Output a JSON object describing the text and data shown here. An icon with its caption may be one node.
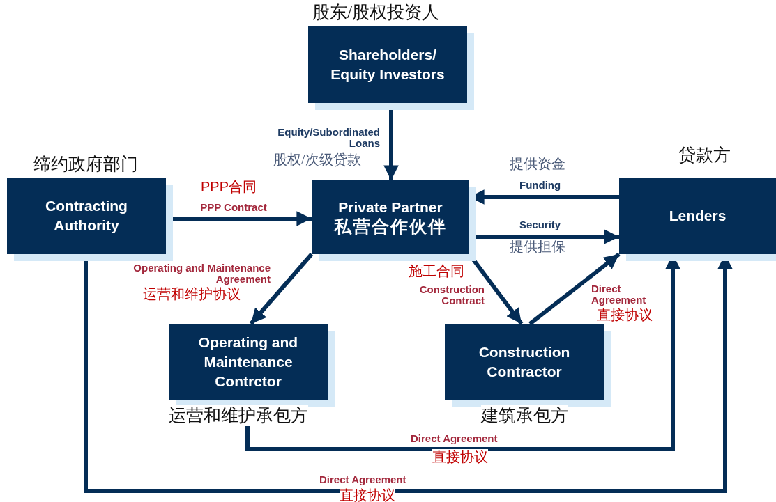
{
  "diagram": {
    "nodes": [
      {
        "text": [
          "股东/股权投资人",
          "Shareholders/ Equity Investors"
        ]
      },
      {
        "text": [
          "缔约政府部门",
          "Contracting Authority"
        ]
      },
      {
        "text": [
          "Private Partner",
          "私营合作伙伴"
        ]
      },
      {
        "text": [
          "贷款方",
          "Lenders"
        ]
      },
      {
        "text": [
          "Operating and Maintenance Contrctor",
          "运营和维护承包方"
        ]
      },
      {
        "text": [
          "Construction Contractor",
          "建筑承包方"
        ]
      }
    ],
    "edges": [
      {
        "from": 0,
        "to": 2,
        "arrow": "to",
        "label": "Equity/Subordinated Loans"
      },
      {
        "from": 1,
        "to": 2,
        "arrow": "to",
        "label": "PPP Contract"
      },
      {
        "from": 3,
        "to": 2,
        "arrow": "to",
        "label": "Funding"
      },
      {
        "from": 2,
        "to": 3,
        "arrow": "to",
        "label": "Security"
      },
      {
        "from": 2,
        "to": 4,
        "arrow": "to",
        "label": "Operating and Maintenance Agreement"
      },
      {
        "from": 2,
        "to": 5,
        "arrow": "to",
        "label": "Construction Contract"
      },
      {
        "from": 5,
        "to": 3,
        "arrow": "to",
        "label": "Direct Agreement"
      },
      {
        "from": 4,
        "to": 3,
        "arrow": "to",
        "label": "Direct Agreement"
      },
      {
        "from": 1,
        "to": 3,
        "arrow": "to",
        "label": "Direct Agreement"
      }
    ],
    "labels": [
      "股权/次级贷款",
      "提供资金",
      "PPP合同",
      "提供担保",
      "施工合同",
      "运营和维护协议",
      "直接协议",
      "直接协议",
      "直接协议"
    ]
  }
}
